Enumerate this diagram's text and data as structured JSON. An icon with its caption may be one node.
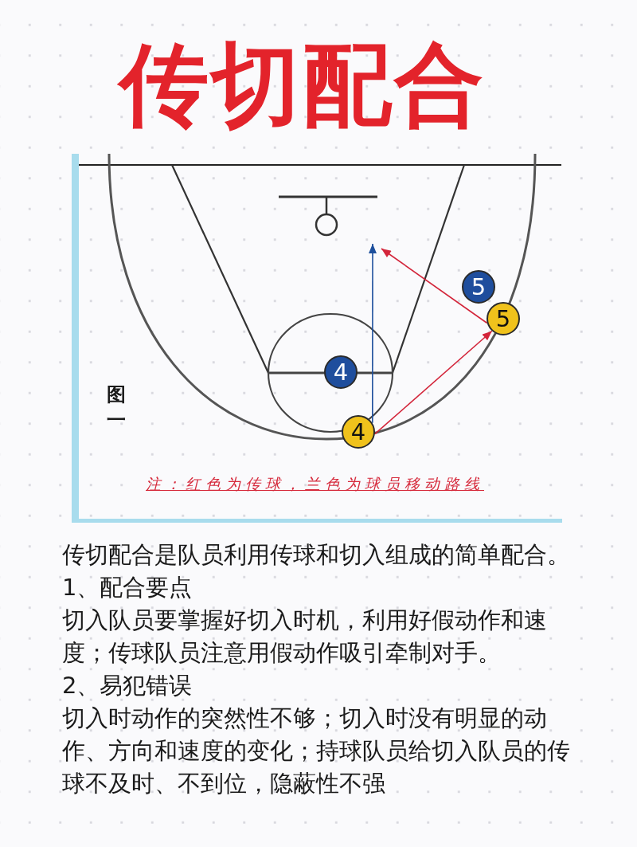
{
  "diagram": {
    "title": "传切配合",
    "nodes": [
      {
        "text": [
          "5"
        ]
      },
      {
        "text": [
          "5"
        ]
      },
      {
        "text": [
          "4"
        ]
      },
      {
        "text": [
          "4"
        ]
      }
    ],
    "edges": [
      {
        "from": 3,
        "to": 1,
        "arrow": "to"
      },
      {
        "from": 3,
        "to": null,
        "arrow": "to",
        "color": "#1d4f9c"
      },
      {
        "from": 1,
        "to": null,
        "arrow": "to"
      }
    ],
    "labels": [
      "图一",
      "注：红色为传球，兰色为球员移动路线",
      "传切配合是队员利用传球和切入组成的简单配合。",
      "1、配合要点",
      "切入队员要掌握好切入时机，利用好假动作和速度；传球队员注意用假动作吸引牵制对手。",
      "2、易犯错误",
      "切入时动作的突然性不够；切入时没有明显的动作、方向和速度的变化；持球队员给切入队员的传球不及时、不到位，隐蔽性不强"
    ]
  }
}
